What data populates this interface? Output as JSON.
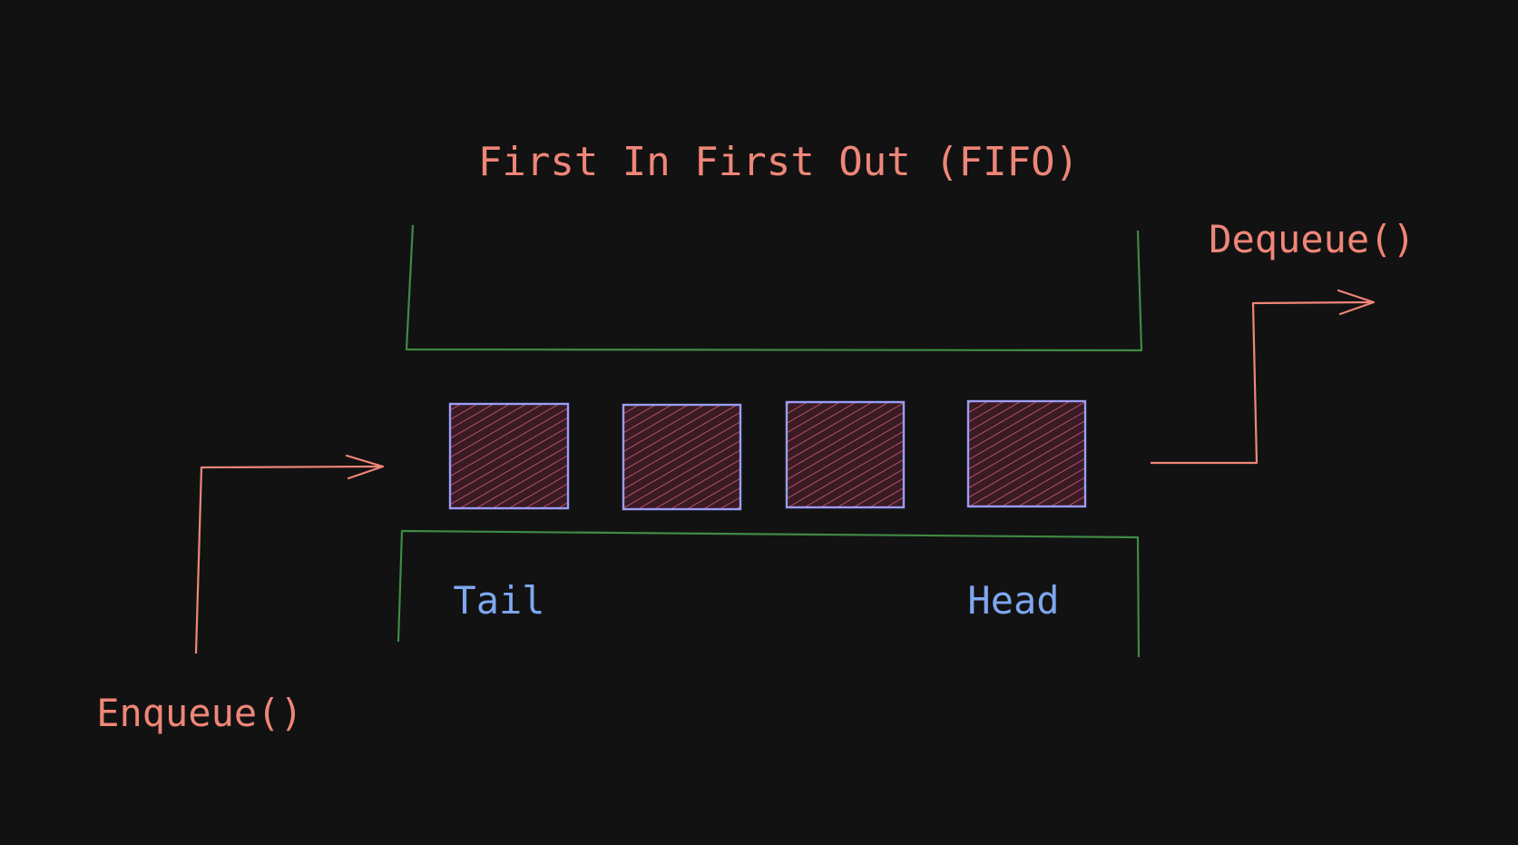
{
  "diagram": {
    "title": "First In First Out (FIFO)",
    "enqueue_label": "Enqueue()",
    "dequeue_label": "Dequeue()",
    "tail_label": "Tail",
    "head_label": "Head"
  },
  "colors": {
    "background": "#121212",
    "accent_red": "#f08678",
    "bracket_green": "#3f8a45",
    "box_border": "#9b9cf5",
    "box_fill": "#3a1a24",
    "hatch": "#d06070",
    "label_blue": "#7ea7ef"
  }
}
